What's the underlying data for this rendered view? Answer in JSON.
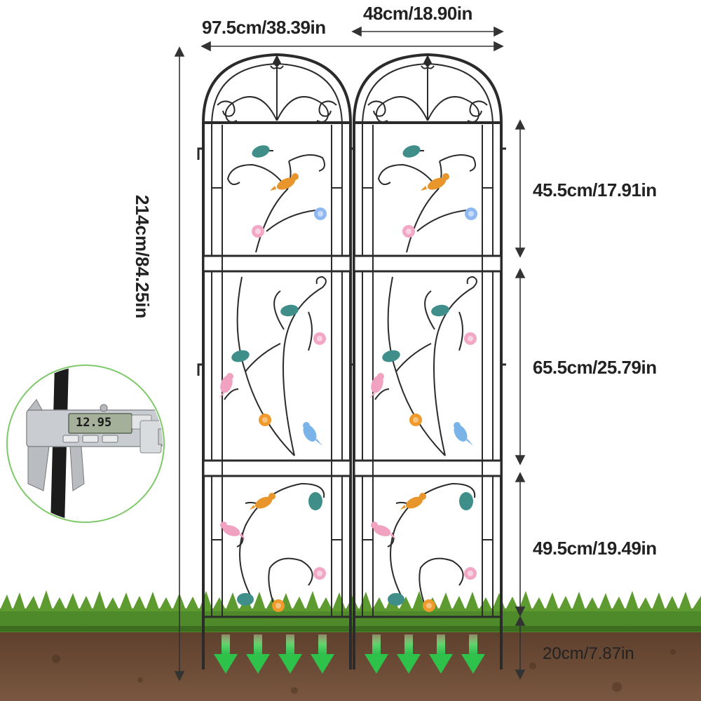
{
  "dimensions": {
    "total_width": "97.5cm/38.39in",
    "panel_width": "48cm/18.90in",
    "total_height": "214cm/84.25in",
    "top_section": "45.5cm/17.91in",
    "middle_section": "65.5cm/25.79in",
    "bottom_section": "49.5cm/19.49in",
    "ground_depth": "20cm/7.87in"
  },
  "caliper": {
    "reading": "12.95"
  },
  "colors": {
    "frame": "#2b2b2b",
    "grass": "#4f8a2a",
    "soil": "#6b4a34",
    "arrow_green": "#2ec24a",
    "leaf": "#3f8e8a",
    "bird_orange": "#e8952b",
    "bird_pink": "#f0a2c0",
    "bird_blue": "#7ab3e8",
    "flower_blue": "#8fb8f2",
    "flower_pink": "#f2a7c5",
    "flower_orange": "#ef9a2a",
    "caliper_ring": "#7fc96b"
  },
  "icons": [
    "fleur-de-lis-icon",
    "bird-icon",
    "leaf-icon",
    "flower-icon",
    "down-arrow-icon",
    "caliper-icon"
  ]
}
